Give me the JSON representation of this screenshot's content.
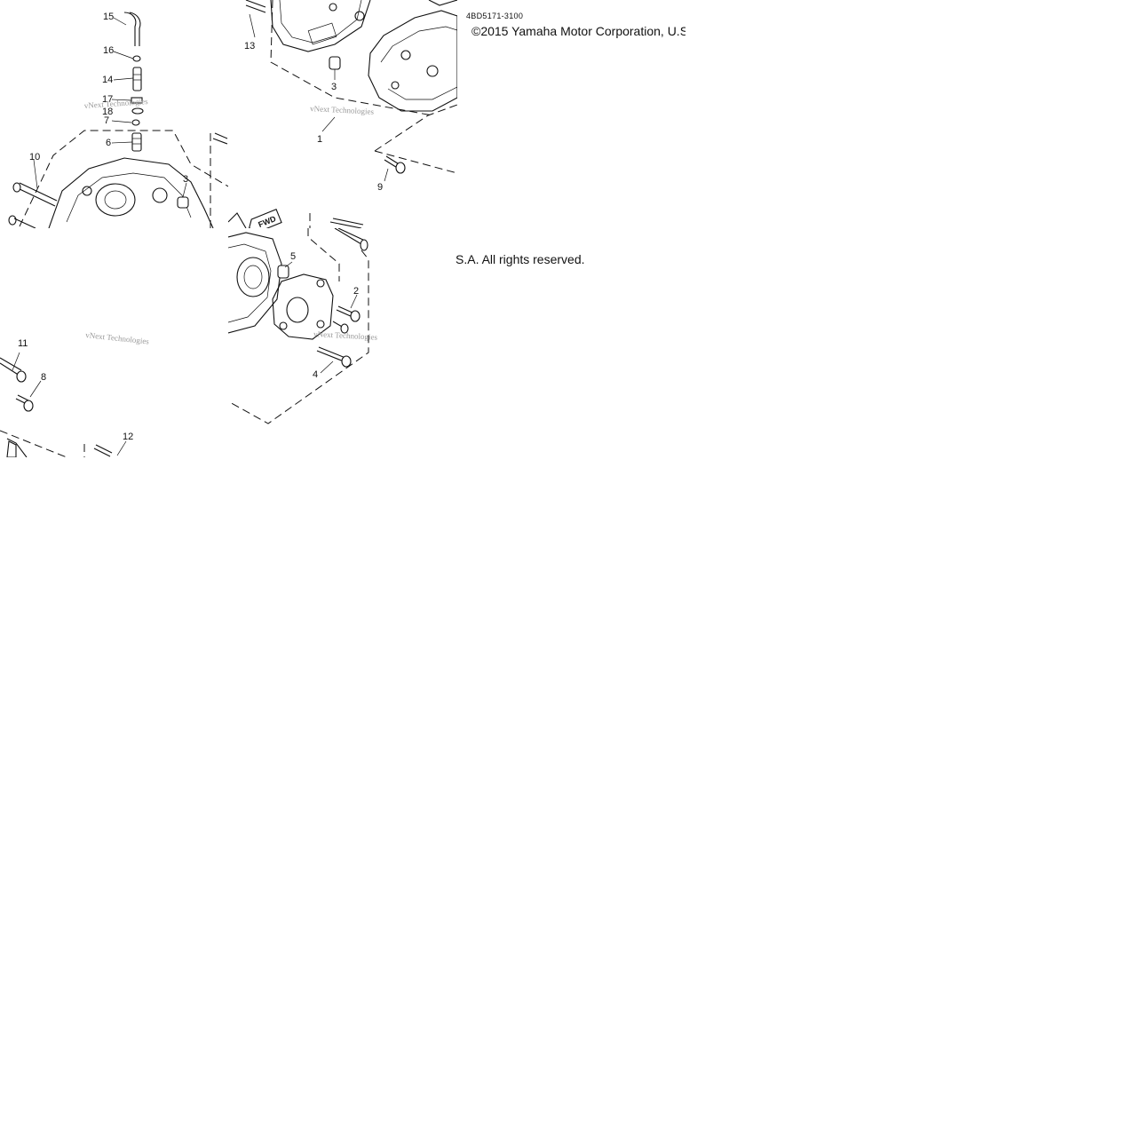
{
  "part_code": "4BD5171-3100",
  "copyright_line_1": "©2015 Yamaha Motor Corporation, U.S",
  "copyright_line_2": "S.A. All rights reserved.",
  "watermark": "vNext Technologies",
  "fwd_tag": "FWD",
  "callouts": {
    "c1": "1",
    "c2": "2",
    "c3": "3",
    "c4": "4",
    "c5": "5",
    "c6": "6",
    "c7": "7",
    "c8": "8",
    "c9": "9",
    "c10": "10",
    "c11": "11",
    "c12": "12",
    "c13": "13",
    "c14": "14",
    "c15": "15",
    "c16": "16",
    "c17": "17",
    "c18": "18"
  }
}
